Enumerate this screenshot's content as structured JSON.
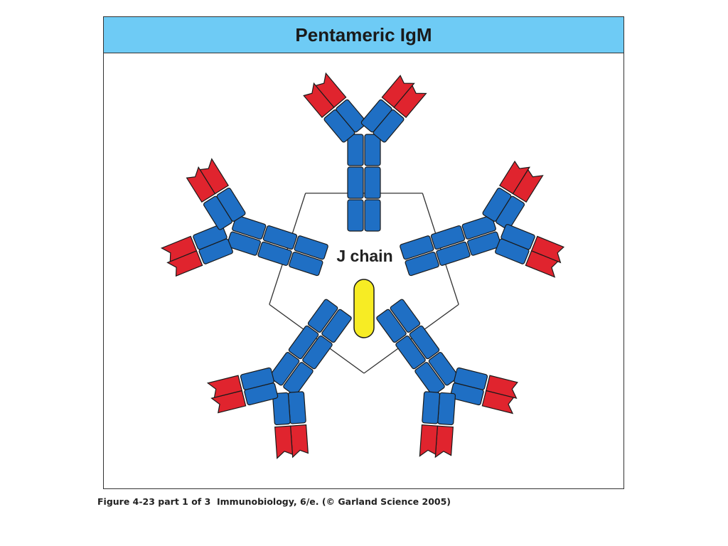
{
  "title": "Pentameric IgM",
  "jchain_label": "J chain",
  "caption": "Figure 4-23 part 1 of 3  Immunobiology, 6/e. (© Garland Science 2005)",
  "colors": {
    "title_bar": "#6ecbf5",
    "constant_domain": "#1f6fc4",
    "variable_domain": "#e0242e",
    "j_chain": "#f7ec24",
    "outline": "#1a1a1a"
  }
}
